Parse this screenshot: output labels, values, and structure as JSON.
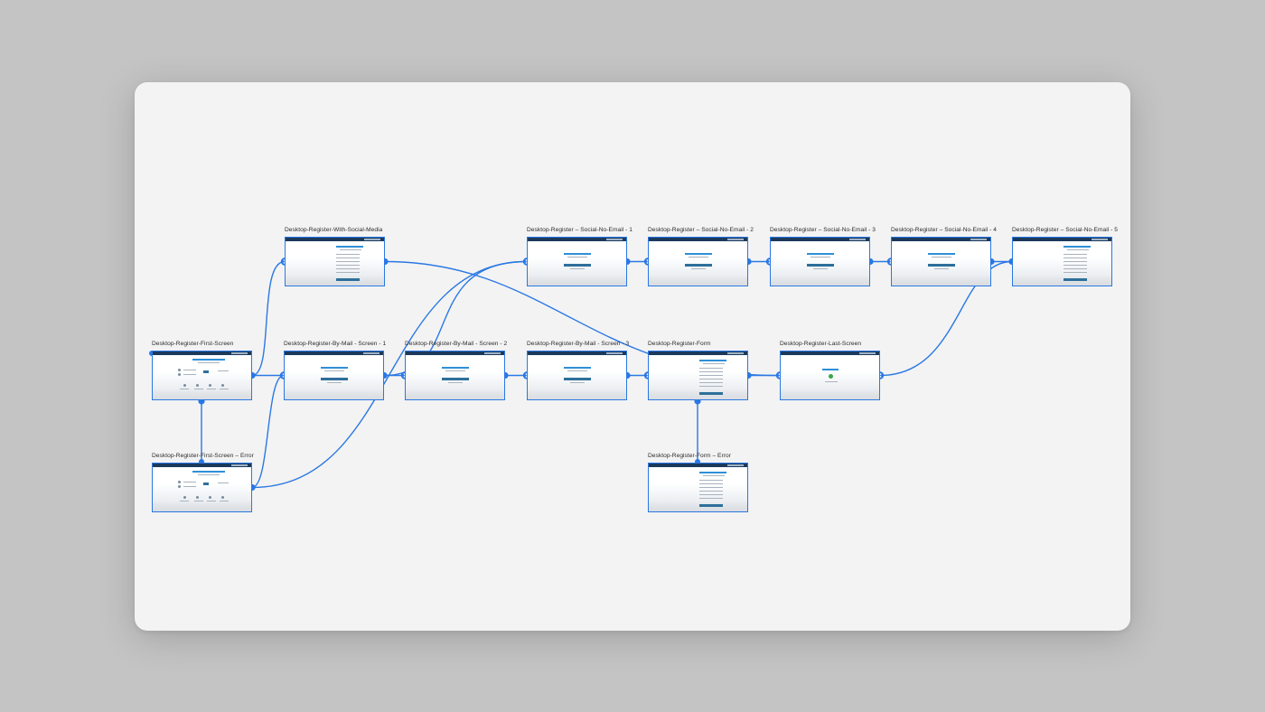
{
  "screens": [
    {
      "id": "with_social",
      "title": "Desktop-Register-With-Social-Media",
      "variant": "form"
    },
    {
      "id": "sne1",
      "title": "Desktop-Register – Social-No-Email - 1",
      "variant": "center"
    },
    {
      "id": "sne2",
      "title": "Desktop-Register – Social-No-Email - 2",
      "variant": "center"
    },
    {
      "id": "sne3",
      "title": "Desktop-Register – Social-No-Email - 3",
      "variant": "center"
    },
    {
      "id": "sne4",
      "title": "Desktop-Register – Social-No-Email - 4",
      "variant": "center"
    },
    {
      "id": "sne5",
      "title": "Desktop-Register – Social-No-Email - 5",
      "variant": "form"
    },
    {
      "id": "first",
      "title": "Desktop-Register-First-Screen",
      "variant": "first"
    },
    {
      "id": "mail1",
      "title": "Desktop-Register-By-Mail - Screen - 1",
      "variant": "center"
    },
    {
      "id": "mail2",
      "title": "Desktop-Register-By-Mail - Screen - 2",
      "variant": "center"
    },
    {
      "id": "mail3",
      "title": "Desktop-Register-By-Mail - Screen - 3",
      "variant": "center"
    },
    {
      "id": "form",
      "title": "Desktop-Register-Form",
      "variant": "form"
    },
    {
      "id": "last",
      "title": "Desktop-Register-Last-Screen",
      "variant": "success"
    },
    {
      "id": "first_err",
      "title": "Desktop-Register-First-Screen – Error",
      "variant": "first"
    },
    {
      "id": "form_err",
      "title": "Desktop-Register-Form – Error",
      "variant": "form"
    }
  ],
  "connections": [
    [
      "first",
      "with_social"
    ],
    [
      "first",
      "mail1"
    ],
    [
      "first",
      "first_err"
    ],
    [
      "first_err",
      "sne1"
    ],
    [
      "mail1",
      "sne1"
    ],
    [
      "mail1",
      "mail2"
    ],
    [
      "mail2",
      "mail3"
    ],
    [
      "mail3",
      "form"
    ],
    [
      "with_social",
      "form"
    ],
    [
      "form",
      "last"
    ],
    [
      "form",
      "form_err"
    ],
    [
      "sne1",
      "sne2"
    ],
    [
      "sne2",
      "sne3"
    ],
    [
      "sne3",
      "sne4"
    ],
    [
      "sne4",
      "sne5"
    ],
    [
      "last",
      "sne5"
    ]
  ],
  "colors": {
    "wire": "#2a78e4",
    "canvas": "#f3f3f3",
    "backdrop": "#c4c4c4",
    "header": "#1b3a5c"
  }
}
